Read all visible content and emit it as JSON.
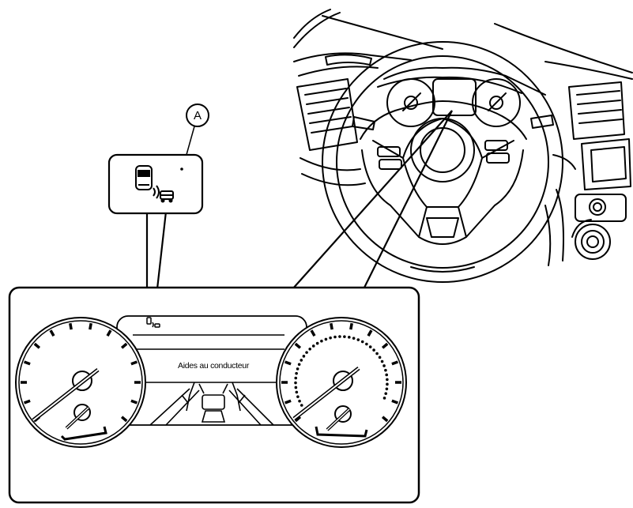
{
  "callout": {
    "label": "A"
  },
  "display": {
    "menu_text": "Aides au conducteur"
  },
  "colors": {
    "line": "#000000",
    "background": "#ffffff"
  },
  "icons": [
    "steering-wheel-illustration",
    "blind-spot-warning-icon",
    "speedometer-gauge",
    "tachometer-gauge",
    "lane-road-graphic"
  ]
}
